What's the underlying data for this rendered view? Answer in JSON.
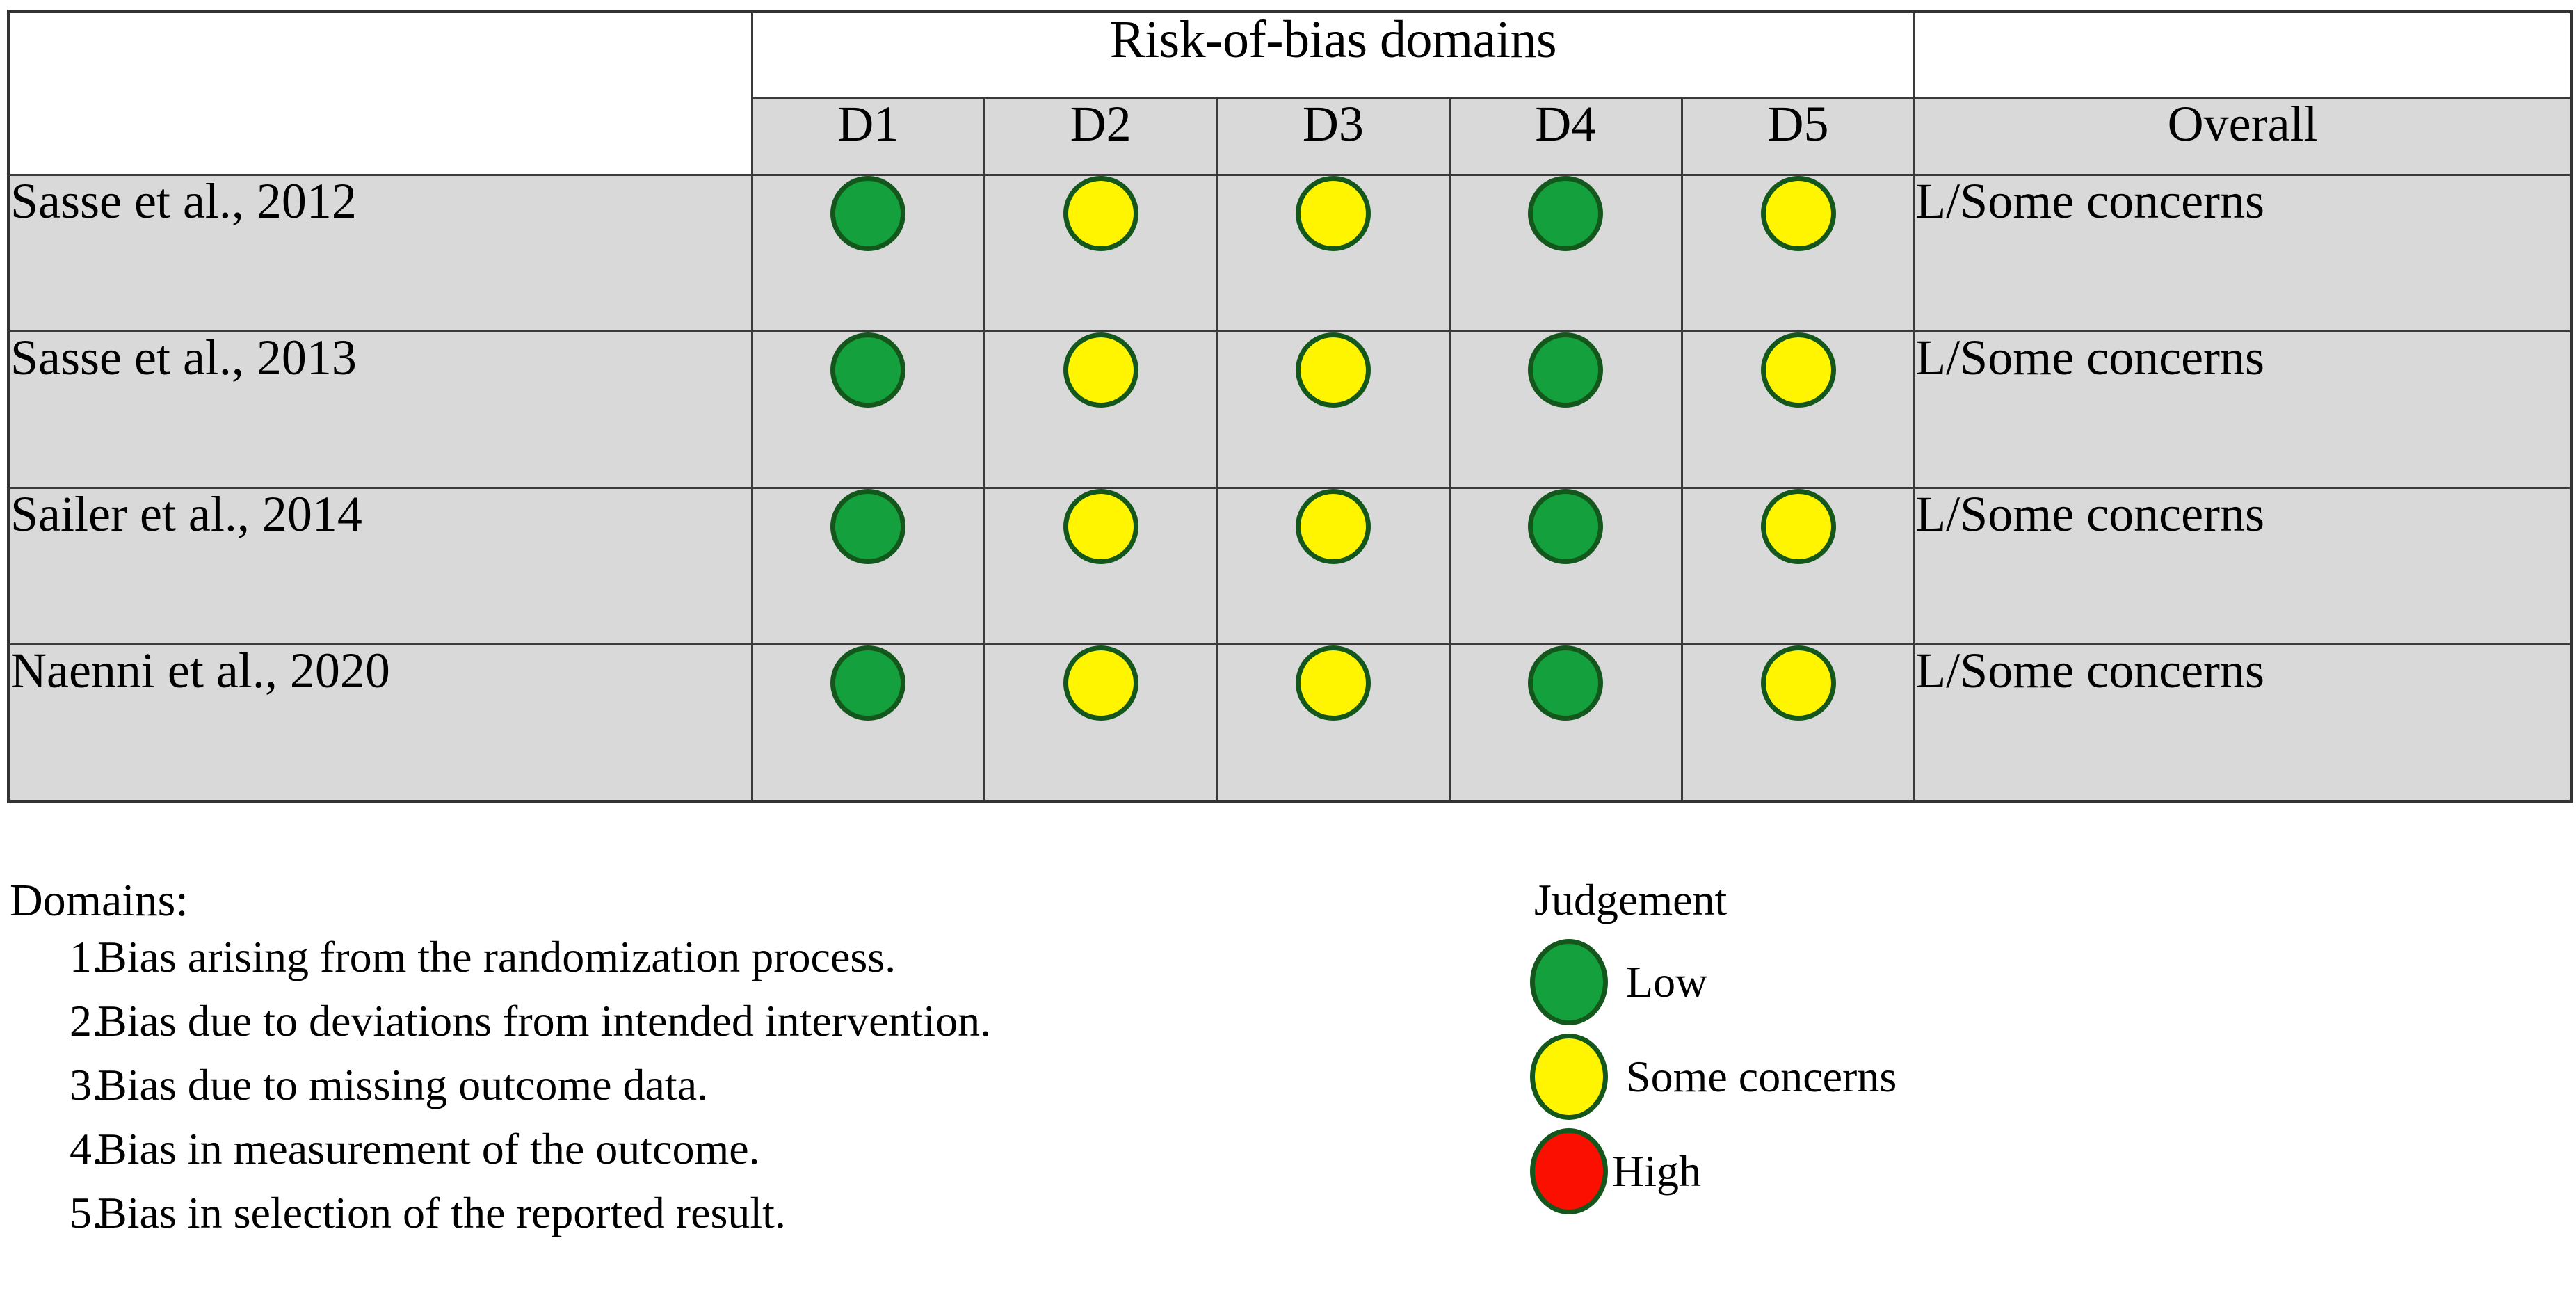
{
  "table": {
    "domains_header": "Risk-of-bias domains",
    "domain_columns": [
      "D1",
      "D2",
      "D3",
      "D4",
      "D5"
    ],
    "overall_header": "Overall",
    "rows": [
      {
        "study": "Sasse et al., 2012",
        "judgements": [
          "low",
          "some",
          "some",
          "low",
          "some"
        ],
        "overall": "L/Some concerns"
      },
      {
        "study": "Sasse et al., 2013",
        "judgements": [
          "low",
          "some",
          "some",
          "low",
          "some"
        ],
        "overall": "L/Some concerns"
      },
      {
        "study": "Sailer et al., 2014",
        "judgements": [
          "low",
          "some",
          "some",
          "low",
          "some"
        ],
        "overall": "L/Some concerns"
      },
      {
        "study": "Naenni et al., 2020",
        "judgements": [
          "low",
          "some",
          "some",
          "low",
          "some"
        ],
        "overall": "L/Some concerns"
      }
    ]
  },
  "domains_legend": {
    "title": "Domains:",
    "items": [
      {
        "number": "1.",
        "text": "Bias arising from the randomization process."
      },
      {
        "number": "2.",
        "text": "Bias due to deviations from intended intervention."
      },
      {
        "number": "3.",
        "text": "Bias due to missing outcome data."
      },
      {
        "number": "4.",
        "text": "Bias in measurement of the outcome."
      },
      {
        "number": "5.",
        "text": "Bias in selection of the reported result."
      }
    ]
  },
  "judgement_legend": {
    "title": "Judgement",
    "items": [
      {
        "key": "low",
        "label": "Low"
      },
      {
        "key": "some",
        "label": "Some concerns"
      },
      {
        "key": "high",
        "label": "High"
      }
    ]
  },
  "colors": {
    "low": "#14a03c",
    "some": "#fff500",
    "high": "#fa0f00",
    "dot_border": "#14571c",
    "cell_background": "#d9d9d9",
    "header_background": "#ffffff",
    "grid_line": "#3a3a3a"
  }
}
